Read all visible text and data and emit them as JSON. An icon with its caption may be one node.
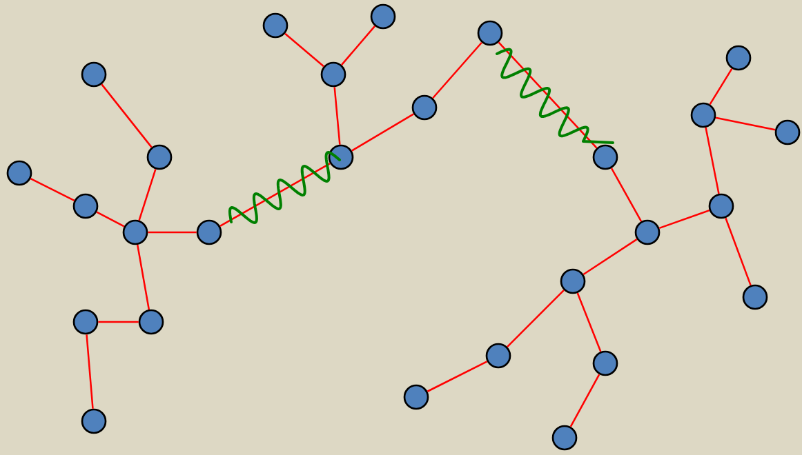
{
  "diagram": {
    "nodes": [
      {
        "text": [],
        "shape": "circle"
      },
      {
        "text": [],
        "shape": "circle"
      },
      {
        "text": [],
        "shape": "circle"
      },
      {
        "text": [],
        "shape": "circle"
      },
      {
        "text": [],
        "shape": "circle"
      },
      {
        "text": [],
        "shape": "circle"
      },
      {
        "text": [],
        "shape": "circle"
      },
      {
        "text": [],
        "shape": "circle"
      },
      {
        "text": [],
        "shape": "circle"
      },
      {
        "text": [],
        "shape": "circle"
      },
      {
        "text": [],
        "shape": "circle"
      },
      {
        "text": [],
        "shape": "circle"
      },
      {
        "text": [],
        "shape": "circle"
      },
      {
        "text": [],
        "shape": "circle"
      },
      {
        "text": [],
        "shape": "circle"
      },
      {
        "text": [],
        "shape": "circle"
      },
      {
        "text": [],
        "shape": "circle"
      },
      {
        "text": [],
        "shape": "circle"
      },
      {
        "text": [],
        "shape": "circle"
      },
      {
        "text": [],
        "shape": "circle"
      },
      {
        "text": [],
        "shape": "circle"
      },
      {
        "text": [],
        "shape": "circle"
      },
      {
        "text": [],
        "shape": "circle"
      },
      {
        "text": [],
        "shape": "circle"
      },
      {
        "text": [],
        "shape": "circle"
      },
      {
        "text": [],
        "shape": "circle"
      },
      {
        "text": [],
        "shape": "circle"
      }
    ],
    "edges": [
      {
        "from": 0,
        "to": 1,
        "arrow": "none"
      },
      {
        "from": 1,
        "to": 4,
        "arrow": "none"
      },
      {
        "from": 2,
        "to": 3,
        "arrow": "none"
      },
      {
        "from": 3,
        "to": 4,
        "arrow": "none"
      },
      {
        "from": 4,
        "to": 5,
        "arrow": "none"
      },
      {
        "from": 4,
        "to": 7,
        "arrow": "none"
      },
      {
        "from": 7,
        "to": 6,
        "arrow": "none"
      },
      {
        "from": 6,
        "to": 8,
        "arrow": "none"
      },
      {
        "from": 5,
        "to": 12,
        "arrow": "none"
      },
      {
        "from": 9,
        "to": 11,
        "arrow": "none"
      },
      {
        "from": 10,
        "to": 11,
        "arrow": "none"
      },
      {
        "from": 11,
        "to": 12,
        "arrow": "none"
      },
      {
        "from": 12,
        "to": 13,
        "arrow": "none"
      },
      {
        "from": 13,
        "to": 14,
        "arrow": "none"
      },
      {
        "from": 14,
        "to": 15,
        "arrow": "none"
      },
      {
        "from": 15,
        "to": 16,
        "arrow": "none"
      },
      {
        "from": 16,
        "to": 20,
        "arrow": "none"
      },
      {
        "from": 20,
        "to": 18,
        "arrow": "none"
      },
      {
        "from": 18,
        "to": 17,
        "arrow": "none"
      },
      {
        "from": 18,
        "to": 19,
        "arrow": "none"
      },
      {
        "from": 20,
        "to": 21,
        "arrow": "none"
      },
      {
        "from": 16,
        "to": 22,
        "arrow": "none"
      },
      {
        "from": 22,
        "to": 23,
        "arrow": "none"
      },
      {
        "from": 23,
        "to": 24,
        "arrow": "none"
      },
      {
        "from": 22,
        "to": 25,
        "arrow": "none"
      },
      {
        "from": 25,
        "to": 26,
        "arrow": "none"
      }
    ]
  }
}
